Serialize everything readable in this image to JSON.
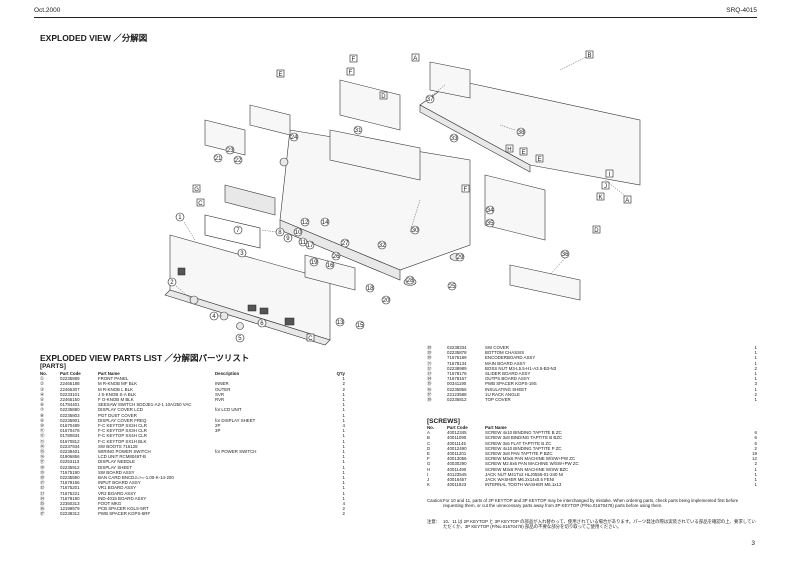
{
  "header": {
    "date": "Oct.2000",
    "model": "SRQ-4015"
  },
  "titles": {
    "exploded_view": "EXPLODED VIEW ／分解図",
    "parts_list": "EXPLODED VIEW PARTS LIST ／分解図パーツリスト",
    "parts_section": "[PARTS]",
    "screws_section": "[SCREWS]"
  },
  "parts_columns": {
    "no": "No.",
    "code": "Part Code",
    "name": "Part Name",
    "desc": "Description",
    "qty": "Q'ty"
  },
  "parts": [
    {
      "no": "①",
      "code": "02235889",
      "name": "FRONT PANEL",
      "desc": "",
      "qty": "1"
    },
    {
      "no": "②",
      "code": "22465188",
      "name": "M R-KNOB MF BLK",
      "desc": "INNER",
      "qty": "2"
    },
    {
      "no": "③",
      "code": "22465307",
      "name": "M R-KNOB L BLK",
      "desc": "OUTER",
      "qty": "2"
    },
    {
      "no": "④",
      "code": "02233101",
      "name": "J S-KNOB S-A BLK",
      "desc": "SVR",
      "qty": "1"
    },
    {
      "no": "⑤",
      "code": "22465150",
      "name": "F O-KNOB M BLK",
      "desc": "RVR",
      "qty": "1"
    },
    {
      "no": "⑥",
      "code": "01784401",
      "name": "SEESAW SWITCH SDDJE1-A2-1 10A/250 VAC",
      "desc": "",
      "qty": "1"
    },
    {
      "no": "⑦",
      "code": "02235880",
      "name": "DISPLAY COVER LCD",
      "desc": "for LCD UNIT",
      "qty": "1"
    },
    {
      "no": "⑧",
      "code": "02235803",
      "name": "PGT DUST COVER",
      "desc": "",
      "qty": "1"
    },
    {
      "no": "⑨",
      "code": "02235901",
      "name": "DISPLAY COVER FREQ",
      "desc": "for DISPLAY SHEET",
      "qty": "1"
    },
    {
      "no": "⑩",
      "code": "01670489",
      "name": "F-C KEYTOP SX2H CLR",
      "desc": "2P",
      "qty": "4"
    },
    {
      "no": "⑪",
      "code": "01670478",
      "name": "F-C KEYTOP SX3H CLR",
      "desc": "3P",
      "qty": "1"
    },
    {
      "no": "⑫",
      "code": "01780834",
      "name": "F-C KEYTOP SX4H CLR",
      "desc": "",
      "qty": "1"
    },
    {
      "no": "⑬",
      "code": "01670812",
      "name": "F-C KEYTOP SX1H BLK",
      "desc": "",
      "qty": "1"
    },
    {
      "no": "⑭",
      "code": "02237934",
      "name": "SW BOOTS 716128",
      "desc": "",
      "qty": "1"
    },
    {
      "no": "⑮",
      "code": "02239401",
      "name": "WIRING POWER SWITCH",
      "desc": "for POWER SWITCH",
      "qty": "1"
    },
    {
      "no": "⑯",
      "code": "01906856",
      "name": "LCD UNIT RCM8046T-B",
      "desc": "",
      "qty": "1"
    },
    {
      "no": "⑰",
      "code": "02253113",
      "name": "DISPLAY NEEDLE",
      "desc": "",
      "qty": "1"
    },
    {
      "no": "⑱",
      "code": "02235912",
      "name": "DISPLAY SHEET",
      "desc": "",
      "qty": "1"
    },
    {
      "no": "⑲",
      "code": "71675190",
      "name": "SW BOARD ASSY",
      "desc": "",
      "qty": "1"
    },
    {
      "no": "⑳",
      "code": "02235590",
      "name": "BAN CARD BNCDJ=>=-1.00-K-14-200",
      "desc": "",
      "qty": "1"
    },
    {
      "no": "㉑",
      "code": "71678156",
      "name": "INPUT BOARD ASSY",
      "desc": "",
      "qty": "1"
    },
    {
      "no": "㉒",
      "code": "71675201",
      "name": "VR1 BOARD ASSY",
      "desc": "",
      "qty": "1"
    },
    {
      "no": "㉓",
      "code": "71675221",
      "name": "VR2 BOARD ASSY",
      "desc": "",
      "qty": "1"
    },
    {
      "no": "㉔",
      "code": "71678180",
      "name": "IND-4015 BOARD ASSY",
      "desc": "",
      "qty": "1"
    },
    {
      "no": "㉕",
      "code": "22350313",
      "name": "FOOT MKG",
      "desc": "",
      "qty": "4"
    },
    {
      "no": "㉖",
      "code": "12199579",
      "name": "PCB SPACER KGLS-5RT",
      "desc": "",
      "qty": "2"
    },
    {
      "no": "㉗",
      "code": "02238312",
      "name": "PWB SPACER KGPS-5RF",
      "desc": "",
      "qty": "2"
    }
  ],
  "parts_continued": [
    {
      "no": "㉘",
      "code": "02238334",
      "name": "SW COVER",
      "qty": "1"
    },
    {
      "no": "㉙",
      "code": "02235878",
      "name": "BOTTOM CHASSIS",
      "qty": "1"
    },
    {
      "no": "㉚",
      "code": "71675189",
      "name": "ENCODERBOARD ASSY",
      "qty": "1"
    },
    {
      "no": "㉛",
      "code": "71678134",
      "name": "MAIN BOARD ASSY",
      "qty": "1"
    },
    {
      "no": "㉜",
      "code": "02238989",
      "name": "BOSS NUT M3-L5.5-H1-A3.5-B3-N3",
      "qty": "2"
    },
    {
      "no": "㉝",
      "code": "71678178",
      "name": "SLIDER BOARD ASSY",
      "qty": "1"
    },
    {
      "no": "㉞",
      "code": "71678167",
      "name": "OUTPS BOARD ASSY",
      "qty": "1"
    },
    {
      "no": "㉟",
      "code": "00341190",
      "name": "PWB SPACER KGPS-19S",
      "qty": "3"
    },
    {
      "no": "㊱",
      "code": "02235856",
      "name": "INSULATING SHEET",
      "qty": "1"
    },
    {
      "no": "㊲",
      "code": "22123588",
      "name": "1U RACK ANGLE",
      "qty": "2"
    },
    {
      "no": "㊳",
      "code": "02235812",
      "name": "TOP COVER",
      "qty": "1"
    }
  ],
  "screws_columns": {
    "no": "No.",
    "code": "Part Code",
    "name": "Part Name"
  },
  "screws": [
    {
      "no": "A",
      "code": "40012345",
      "name": "SCREW 4x10 BINDING TAPTITE B ZC",
      "qty": "6"
    },
    {
      "no": "B",
      "code": "40011090",
      "name": "SCREW 3x8 BINDING TAPTITE B BZC",
      "qty": "6"
    },
    {
      "no": "C",
      "code": "40011145",
      "name": "SCREW 3x6 FLAT TAPTITE B ZC",
      "qty": "6"
    },
    {
      "no": "D",
      "code": "40012490",
      "name": "SCREW 4x10 BINDING TAPTITE P ZC",
      "qty": "2"
    },
    {
      "no": "E",
      "code": "40011201",
      "name": "SCREW 3x8 PAN TAPTITE P BZC",
      "qty": "19"
    },
    {
      "no": "F",
      "code": "40013056",
      "name": "SCREW M3x6 PAN MACHINE W/SW+PW ZC",
      "qty": "12"
    },
    {
      "no": "G",
      "code": "40030290",
      "name": "SCREW M2.6x6 PAN MACHINE W/SW+PW ZC",
      "qty": "2"
    },
    {
      "no": "H",
      "code": "40011490",
      "name": "SCREW M3x6 PAN MACHINE W/SW BZC",
      "qty": "1"
    },
    {
      "no": "I",
      "code": "40123545",
      "name": "JACK NUT M41Tx2 HLJ0555-01-240 NI",
      "qty": "1"
    },
    {
      "no": "J",
      "code": "40016467",
      "name": "JACK WASHER M6.2x14x0.5 FENI",
      "qty": "1"
    },
    {
      "no": "K",
      "code": "40011923",
      "name": "INTERNAL TOOTH WASHER M6.1x13",
      "qty": "1"
    }
  ],
  "caution": {
    "label": "Caution:",
    "text": "For 10 and 11, parts of 2P KEYTOP and 3P KEYTOP may be interchanged by mistake. When ordering parts, check parts being implemented first before requesting them, or cut the unnecessary parts away from 3P KEYTOP (P/No.01670478) parts before using them."
  },
  "caution_jp": {
    "label": "注意：",
    "text": "10、11 は 2P KEYTOP と 3P KEYTOP の部品が入れ替わって、使用されている場合があります。パーツ発注の際は実装されている部品を確認の上、要求していただくか、3P KEYTOP (P/No.01670478) 部品の不要な部分を切り取ってご使用ください。"
  },
  "page_number": "3",
  "callouts": {
    "numbers": [
      "1",
      "2",
      "3",
      "4",
      "5",
      "6",
      "7",
      "8",
      "9",
      "10",
      "11",
      "12",
      "13",
      "14",
      "15",
      "16",
      "17",
      "18",
      "19",
      "20",
      "21",
      "22",
      "23",
      "24",
      "25",
      "26",
      "27",
      "28",
      "29",
      "30",
      "31",
      "32",
      "33",
      "34",
      "35",
      "36",
      "37",
      "38"
    ],
    "letters": [
      "A",
      "B",
      "C",
      "D",
      "E",
      "F",
      "G",
      "H",
      "I",
      "J",
      "K"
    ]
  },
  "colors": {
    "ink": "#1a1a1a",
    "line": "#333333",
    "panel_fill": "#f7f7f7"
  }
}
